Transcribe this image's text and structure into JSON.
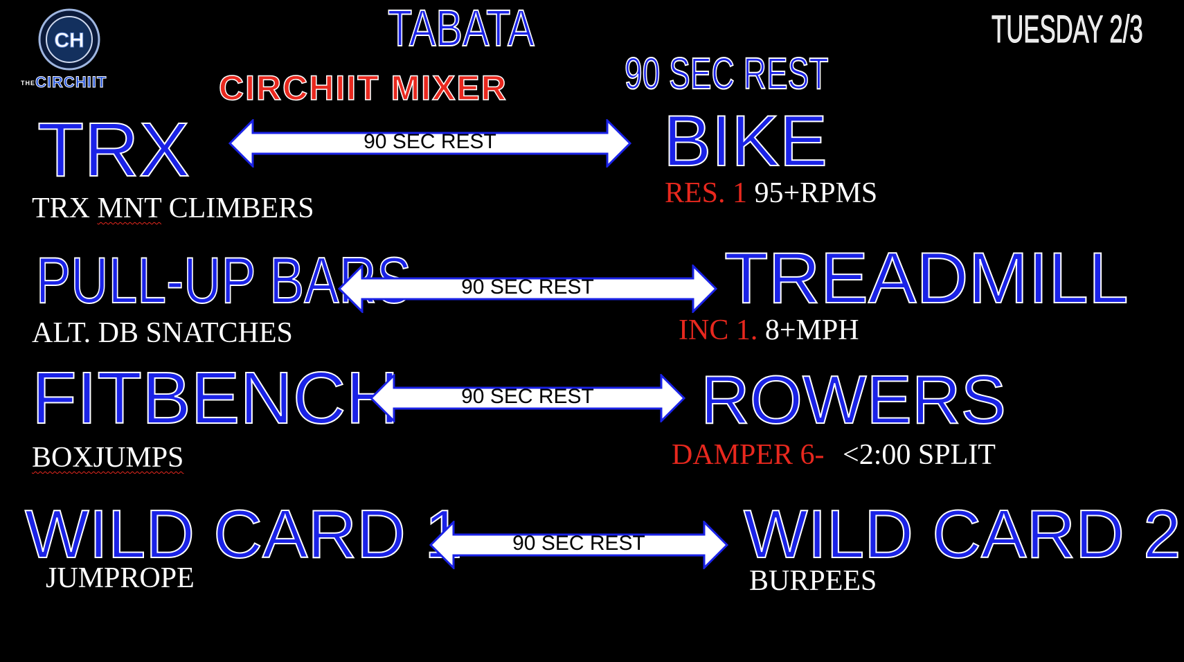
{
  "header": {
    "title": "TABATA",
    "subtitle": "CIRCHIIT MIXER",
    "rest_note": "90 SEC REST",
    "date": "TUESDAY 2/3"
  },
  "logo": {
    "monogram": "CH",
    "wordmark_prefix": "THE",
    "wordmark": "CIRCHIIT"
  },
  "colors": {
    "header_blue": "#1a22e6",
    "accent_red": "#e8281e",
    "background": "#000000"
  },
  "rows": [
    {
      "left": {
        "station": "TRX",
        "exercise": "TRX MNT CLIMBERS"
      },
      "rest": "90 SEC REST",
      "right": {
        "station": "BIKE",
        "setting": "RES. 1",
        "target": "95+RPMS"
      }
    },
    {
      "left": {
        "station": "PULL-UP BARS",
        "exercise": "ALT. DB SNATCHES"
      },
      "rest": "90 SEC REST",
      "right": {
        "station": "TREADMILL",
        "setting": "INC 1.",
        "target": "8+MPH"
      }
    },
    {
      "left": {
        "station": "FITBENCH",
        "exercise": "BOXJUMPS"
      },
      "rest": "90 SEC REST",
      "right": {
        "station": "ROWERS",
        "setting": "DAMPER 6-",
        "target": "<2:00 SPLIT"
      }
    },
    {
      "left": {
        "station": "WILD CARD 1",
        "exercise": "JUMPROPE"
      },
      "rest": "90 SEC REST",
      "right": {
        "station": "WILD CARD 2",
        "exercise": "BURPEES"
      }
    }
  ]
}
